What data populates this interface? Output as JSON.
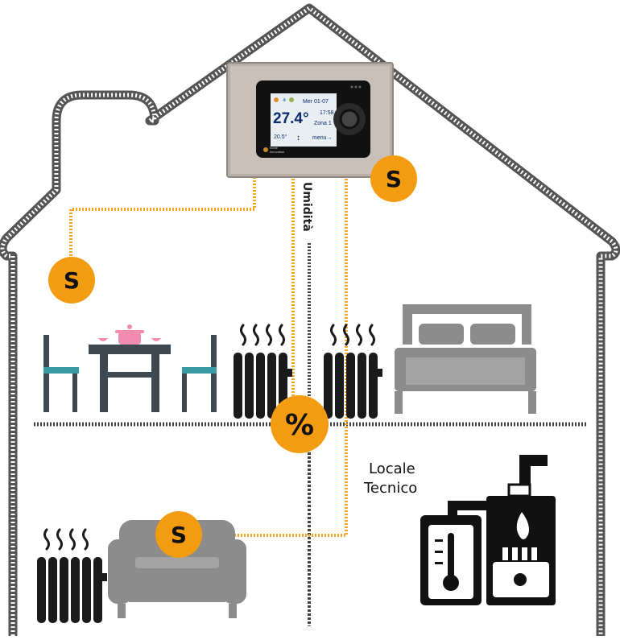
{
  "thermostat": {
    "day_date": "Mer 01-07",
    "time": "17:58",
    "temperature": "27.4°",
    "zone": "Zona 1",
    "setpoint": "20.5°",
    "menu": "menu→",
    "brand_line1": "home",
    "brand_line2": "innovation"
  },
  "labels": {
    "humidity_wire": "Umidità",
    "technical_room_line1": "Locale",
    "technical_room_line2": "Tecnico"
  },
  "sensors": {
    "thermostat_sensor": "S",
    "upper_left_sensor": "S",
    "sofa_sensor": "S",
    "humidity_sensor": "%"
  },
  "colors": {
    "sensor_orange": "#f39c12",
    "wire_orange": "#f5a623",
    "furniture_gray": "#8c8c8c",
    "chair_teal": "#3a9aa3",
    "table_dark": "#3d4850",
    "pot_pink": "#f28bb0",
    "radiator_black": "#1a1a1a"
  }
}
